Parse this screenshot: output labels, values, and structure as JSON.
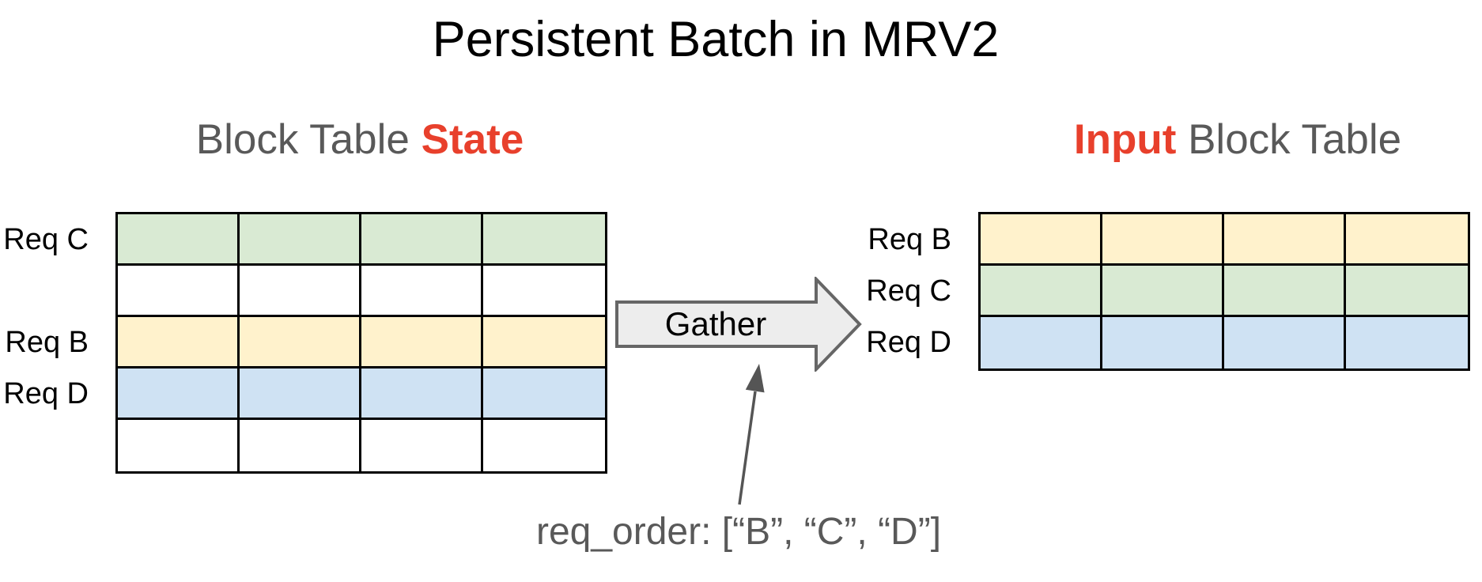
{
  "title": "Persistent Batch in MRV2",
  "left_table": {
    "heading": {
      "normal": "Block Table",
      "highlight": "State"
    },
    "columns": 4,
    "rows": [
      {
        "label": "Req C",
        "color_key": "green"
      },
      {
        "label": "",
        "color_key": "white"
      },
      {
        "label": "Req B",
        "color_key": "yellow"
      },
      {
        "label": "Req D",
        "color_key": "blue"
      },
      {
        "label": "",
        "color_key": "white"
      }
    ]
  },
  "right_table": {
    "heading": {
      "highlight": "Input",
      "normal": "Block Table"
    },
    "columns": 4,
    "rows": [
      {
        "label": "Req B",
        "color_key": "yellow"
      },
      {
        "label": "Req C",
        "color_key": "green"
      },
      {
        "label": "Req D",
        "color_key": "blue"
      }
    ]
  },
  "gather": {
    "label": "Gather"
  },
  "annotation": {
    "text": "req_order: [“B”, “C”, “D”]"
  },
  "colors": {
    "green": "#d9ead3",
    "yellow": "#fff2cc",
    "blue": "#cfe2f3",
    "white": "#ffffff",
    "highlight_red": "#e8402c",
    "heading_gray": "#595959",
    "arrow_fill": "#ededed",
    "arrow_border": "#666666",
    "annotation_arrow": "#555555"
  }
}
